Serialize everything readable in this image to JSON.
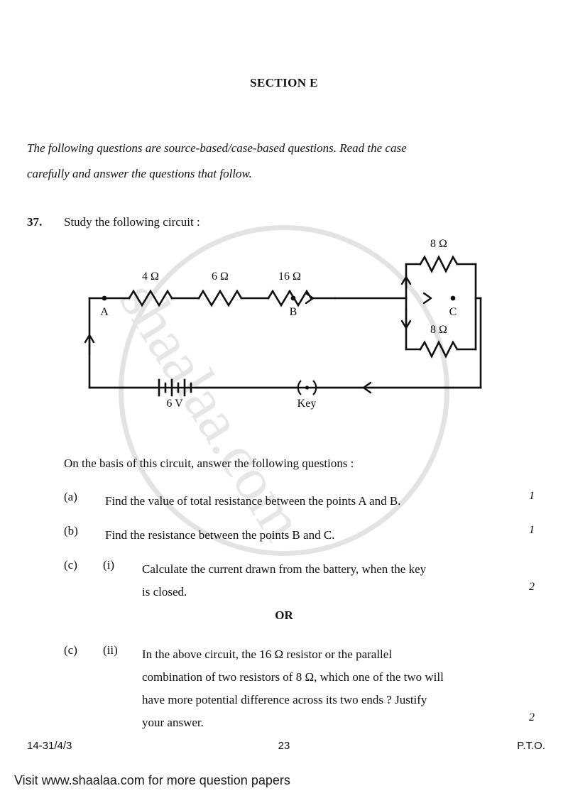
{
  "page": {
    "section_title": "SECTION E",
    "intro_line1": "The following questions are source-based/case-based questions. Read the case",
    "intro_line2": "carefully and answer the questions that follow."
  },
  "question": {
    "number": "37.",
    "stem": "Study the following circuit :",
    "lead_in": "On the basis of this circuit, answer the following questions :",
    "or_label": "OR",
    "parts": [
      {
        "label": "(a)",
        "roman": "",
        "text": "Find the value of total resistance between the points A and B.",
        "marks": "1"
      },
      {
        "label": "(b)",
        "roman": "",
        "text": "Find the resistance between the points B and C.",
        "marks": "1"
      },
      {
        "label": "(c)",
        "roman": "(i)",
        "line1": "Calculate the current drawn from the battery, when the key",
        "line2": "is closed.",
        "marks": "2"
      },
      {
        "label": "(c)",
        "roman": "(ii)",
        "line1": "In the above circuit, the 16 Ω resistor or the parallel",
        "line2": "combination of two resistors of 8 Ω, which one of the two will",
        "line3": "have more potential difference across its two ends ? Justify",
        "line4": "your answer.",
        "marks": "2"
      }
    ]
  },
  "circuit": {
    "nodes": {
      "a": "A",
      "b": "B",
      "c": "C"
    },
    "series_resistors": [
      {
        "value": "4 Ω"
      },
      {
        "value": "6 Ω"
      },
      {
        "value": "16 Ω"
      }
    ],
    "parallel_resistors": [
      {
        "value": "8 Ω"
      },
      {
        "value": "8 Ω"
      }
    ],
    "battery_label": "6 V",
    "key_label": "Key"
  },
  "footer": {
    "code": "14-31/4/3",
    "page_number": "23",
    "pto": "P.T.O.",
    "visit_note": "Visit www.shaalaa.com for more question papers"
  },
  "watermark": {
    "text": "shaalaa.com"
  },
  "colors": {
    "ink": "#101010",
    "watermark": "#e4e4e4",
    "paper": "#ffffff"
  }
}
